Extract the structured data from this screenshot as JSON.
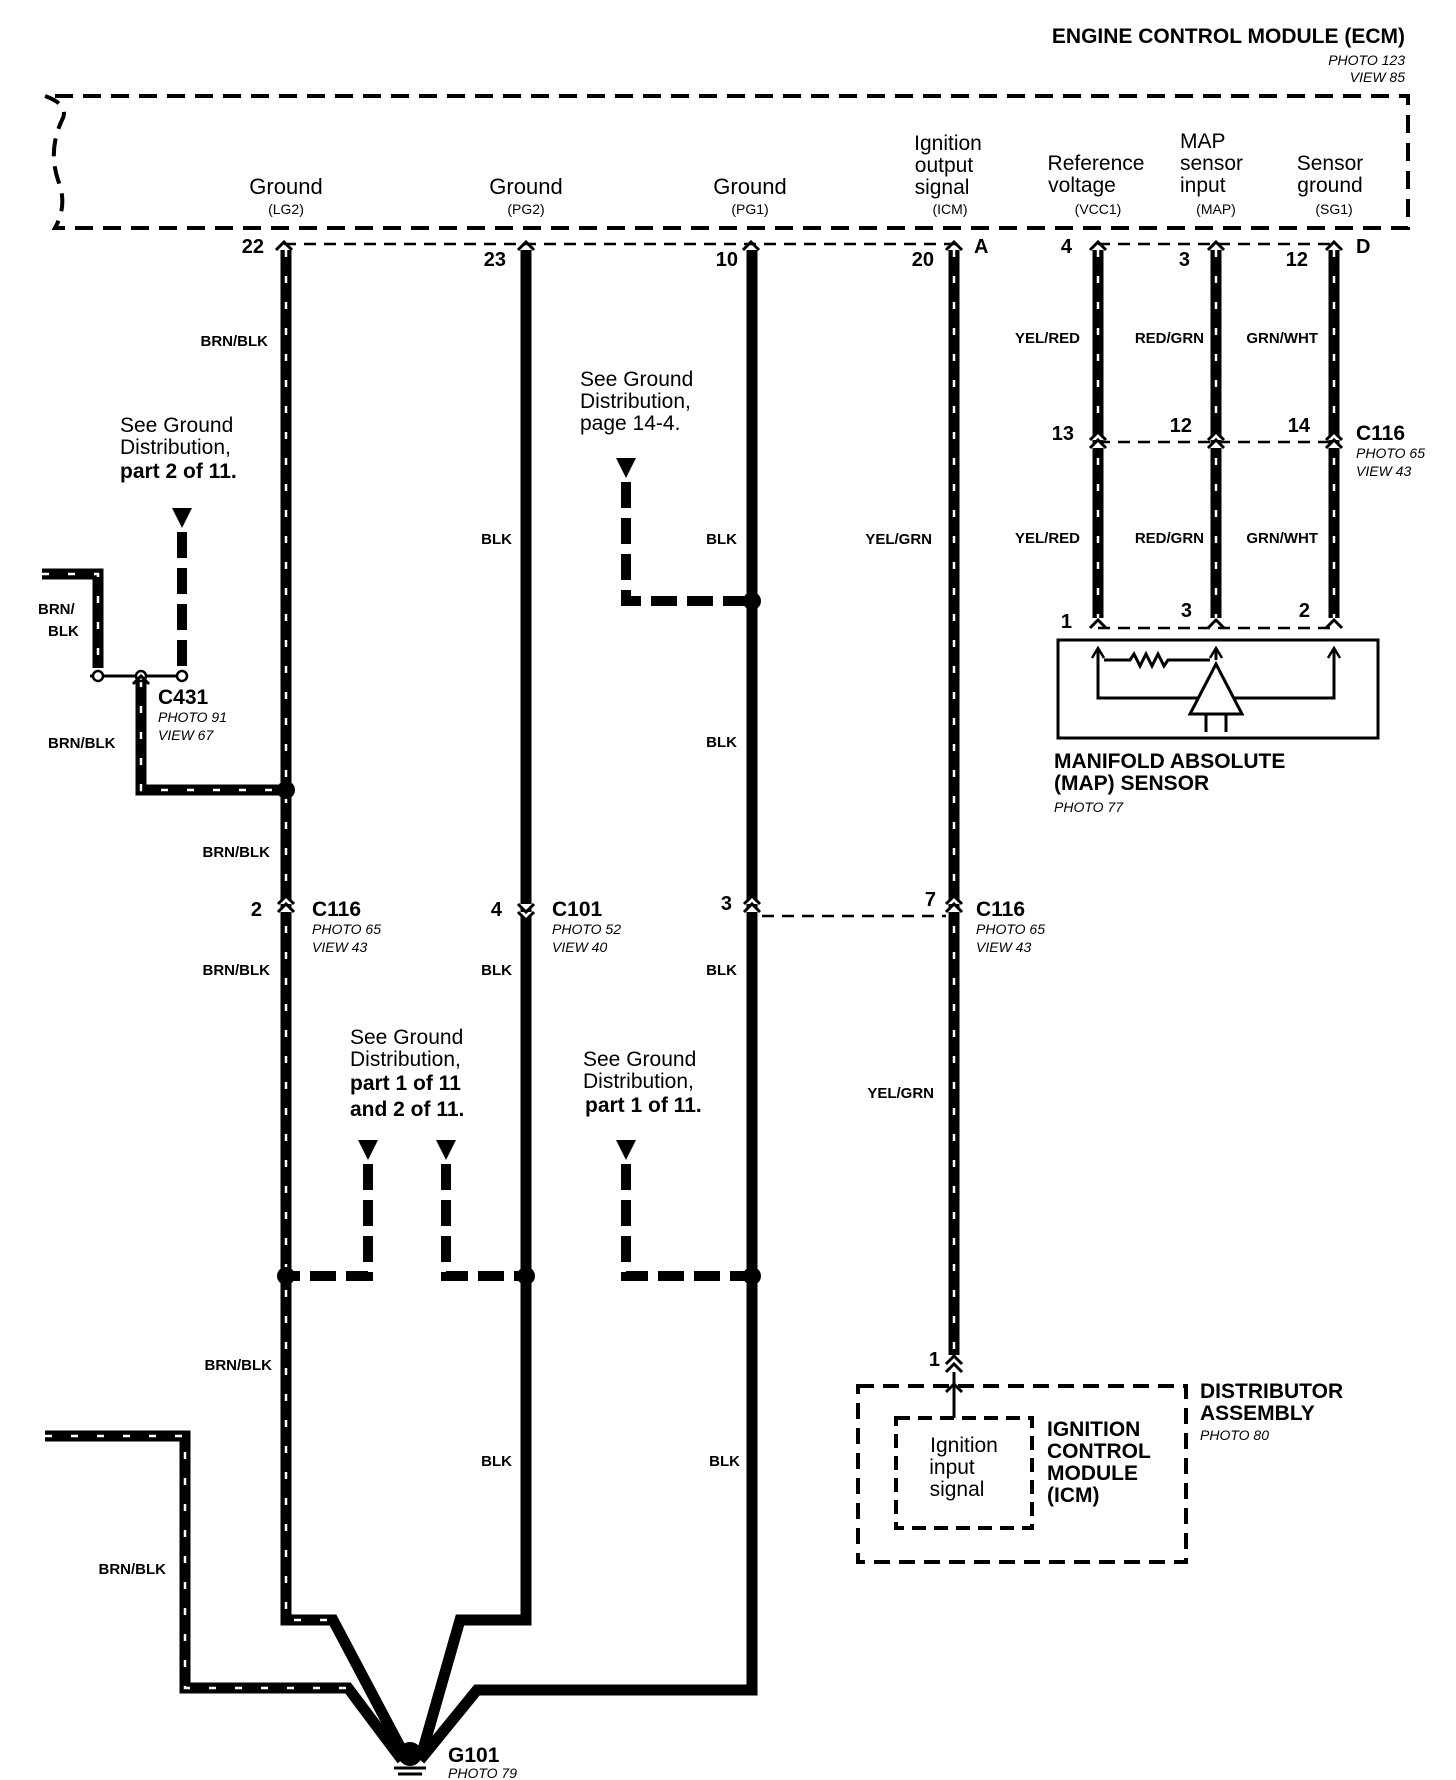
{
  "ecm": {
    "title": "ENGINE CONTROL MODULE (ECM)",
    "photo": "PHOTO 123",
    "view": "VIEW 85",
    "terminals": [
      {
        "line1": "Ground",
        "line2": "",
        "line3": "",
        "code": "(LG2)",
        "pin": "22"
      },
      {
        "line1": "Ground",
        "line2": "",
        "line3": "",
        "code": "(PG2)",
        "pin": "23"
      },
      {
        "line1": "Ground",
        "line2": "",
        "line3": "",
        "code": "(PG1)",
        "pin": "10"
      },
      {
        "line1": "Ignition",
        "line2": "output",
        "line3": "signal",
        "code": "(ICM)",
        "pin": "20"
      },
      {
        "line1": "Reference",
        "line2": "voltage",
        "line3": "",
        "code": "(VCC1)",
        "pin": "4"
      },
      {
        "line1": "MAP",
        "line2": "sensor",
        "line3": "input",
        "code": "(MAP)",
        "pin": "3"
      },
      {
        "line1": "Sensor",
        "line2": "ground",
        "line3": "",
        "code": "(SG1)",
        "pin": "12"
      }
    ],
    "connector_a": "A",
    "connector_d": "D"
  },
  "wire_colors": {
    "brn_blk": "BRN/BLK",
    "blk": "BLK",
    "yel_grn": "YEL/GRN",
    "yel_red": "YEL/RED",
    "red_grn": "RED/GRN",
    "grn_wht": "GRN/WHT",
    "brn": "BRN/",
    "blk_short": "BLK"
  },
  "c116_top": {
    "name": "C116",
    "photo": "PHOTO 65",
    "view": "VIEW 43",
    "pins": [
      "13",
      "12",
      "14"
    ]
  },
  "map_sensor": {
    "pins": [
      "1",
      "3",
      "2"
    ],
    "title1": "MANIFOLD ABSOLUTE",
    "title2": "(MAP) SENSOR",
    "photo": "PHOTO 77"
  },
  "c431": {
    "name": "C431",
    "photo": "PHOTO 91",
    "view": "VIEW 67"
  },
  "notes": {
    "left": {
      "l1": "See Ground",
      "l2": "Distribution,",
      "l3": "part 2 of 11."
    },
    "middle_top": {
      "l1": "See Ground",
      "l2": "Distribution,",
      "l3": "page 14-4."
    },
    "lower_left": {
      "l1": "See Ground",
      "l2": "Distribution,",
      "l3": "part 1 of 11",
      "l4": "and 2 of 11."
    },
    "lower_right": {
      "l1": "See Ground",
      "l2": "Distribution,",
      "l3": "part 1 of 11."
    }
  },
  "c116_left": {
    "name": "C116",
    "photo": "PHOTO 65",
    "view": "VIEW 43",
    "pin": "2"
  },
  "c101": {
    "name": "C101",
    "photo": "PHOTO 52",
    "view": "VIEW 40",
    "pin": "4"
  },
  "c116_right": {
    "name": "C116",
    "photo": "PHOTO 65",
    "view": "VIEW 43",
    "pin_left": "3",
    "pin_right": "7"
  },
  "distributor": {
    "pin": "1",
    "title1": "DISTRIBUTOR",
    "title2": "ASSEMBLY",
    "photo": "PHOTO 80",
    "icm1": "IGNITION",
    "icm2": "CONTROL",
    "icm3": "MODULE",
    "icm4": "(ICM)",
    "input1": "Ignition",
    "input2": "input",
    "input3": "signal"
  },
  "g101": {
    "name": "G101",
    "photo": "PHOTO 79"
  }
}
